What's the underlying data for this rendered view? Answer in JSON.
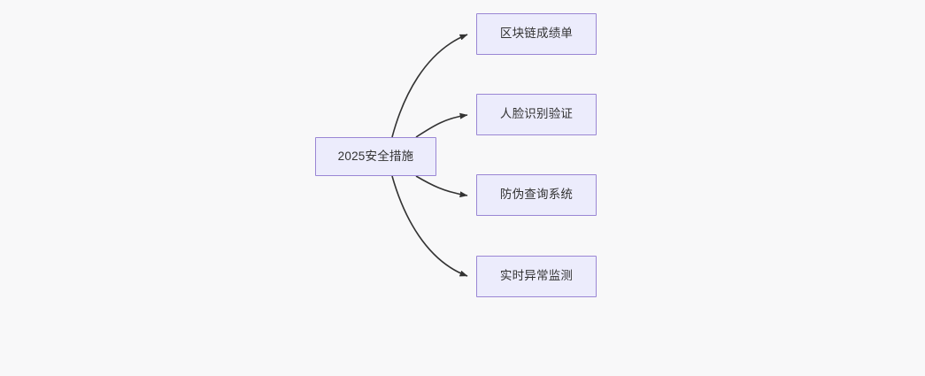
{
  "diagram": {
    "type": "mindmap-flowchart",
    "direction": "left-to-right",
    "background_color": "#f8f8f9",
    "node_fill_color": "#ececfc",
    "node_border_color": "#9a86d4",
    "node_text_color": "#333333",
    "edge_color": "#333333",
    "root": {
      "id": "root",
      "label": "2025安全措施"
    },
    "children": [
      {
        "id": "leaf-0",
        "label": "区块链成绩单"
      },
      {
        "id": "leaf-1",
        "label": "人脸识别验证"
      },
      {
        "id": "leaf-2",
        "label": "防伪查询系统"
      },
      {
        "id": "leaf-3",
        "label": "实时异常监测"
      }
    ]
  }
}
